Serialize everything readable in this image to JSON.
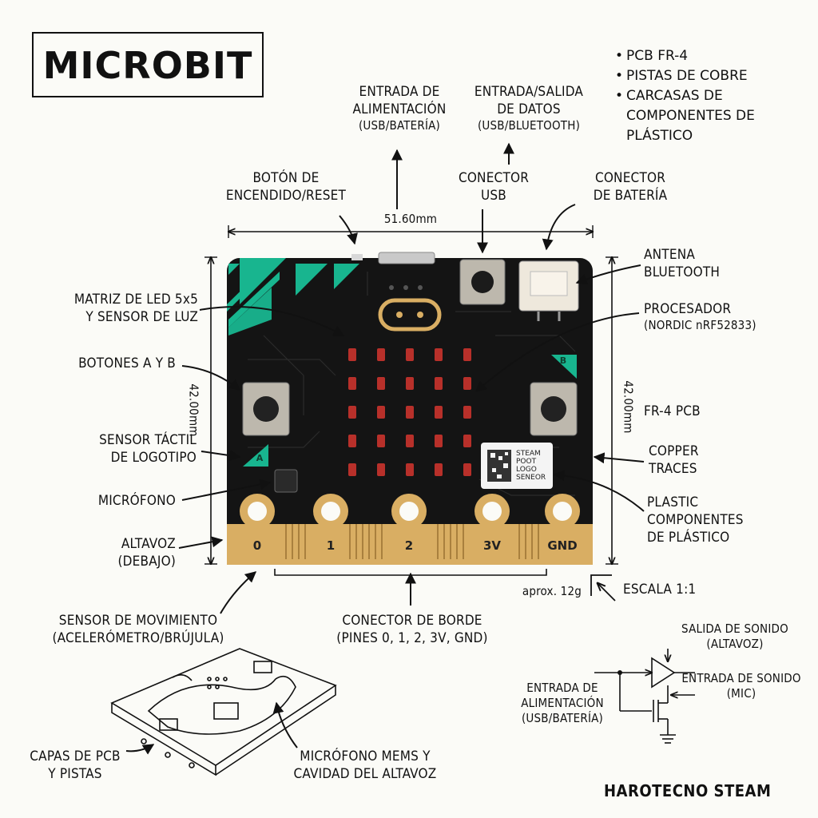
{
  "title": "MICROBIT",
  "materials": [
    "PCB FR-4",
    "PISTAS DE COBRE",
    "CARCASAS DE COMPONENTES DE PLÁSTICO"
  ],
  "top_labels": {
    "power_input": [
      "ENTRADA DE",
      "ALIMENTACIÓN",
      "(USB/BATERÍA)"
    ],
    "data_io": [
      "ENTRADA/SALIDA",
      "DE DATOS",
      "(USB/BLUETOOTH)"
    ],
    "reset_button": [
      "BOTÓN DE",
      "ENCENDIDO/RESET"
    ],
    "usb_connector": [
      "CONECTOR",
      "USB"
    ],
    "battery_connector": [
      "CONECTOR",
      "DE BATERÍA"
    ]
  },
  "dimensions": {
    "width": "51.60mm",
    "height_left": "42.00mm",
    "height_right": "42.00mm"
  },
  "left_labels": {
    "led_matrix": [
      "MATRIZ DE LED 5x5",
      "Y SENSOR DE LUZ"
    ],
    "buttons_ab": [
      "BOTONES A Y B"
    ],
    "touch_logo": [
      "SENSOR TÁCTIL",
      "DE LOGOTIPO"
    ],
    "microphone": [
      "MICRÓFONO"
    ],
    "speaker": [
      "ALTAVOZ",
      "(DEBAJO)"
    ]
  },
  "right_labels": {
    "antenna": [
      "ANTENA",
      "BLUETOOTH"
    ],
    "processor": [
      "PROCESADOR",
      "(NORDIC nRF52833)"
    ],
    "fr4": [
      "FR-4 PCB"
    ],
    "copper": [
      "COPPER",
      "TRACES"
    ],
    "plastic": [
      "PLASTIC",
      "COMPONENTES",
      "DE PLÁSTICO"
    ]
  },
  "board": {
    "pins": [
      "0",
      "1",
      "2",
      "3V",
      "GND"
    ],
    "button_a": "A",
    "button_b": "B",
    "sticker": [
      "STEAM",
      "POOT",
      "LOGO",
      "SENEOR"
    ],
    "colors": {
      "pcb": "#141414",
      "accent": "#18b58f",
      "gold": "#d9ae63",
      "led": "#b8302a"
    }
  },
  "bottom_labels": {
    "weight": "aprox. 12g",
    "scale": "ESCALA 1:1",
    "motion_sensor": [
      "SENSOR DE MOVIMIENTO",
      "(ACELERÓMETRO/BRÚJULA)"
    ],
    "edge_connector": [
      "CONECTOR DE BORDE",
      "(PINES 0, 1, 2, 3V, GND)"
    ],
    "pcb_layers": [
      "CAPAS DE PCB",
      "Y PISTAS"
    ],
    "mems": [
      "MICRÓFONO MEMS Y",
      "CAVIDAD DEL ALTAVOZ"
    ]
  },
  "circuit": {
    "sound_out": [
      "SALIDA DE SONIDO",
      "(ALTAVOZ)"
    ],
    "sound_in": [
      "ENTRADA DE SONIDO",
      "(MIC)"
    ],
    "power_in": [
      "ENTRADA DE",
      "ALIMENTACIÓN",
      "(USB/BATERÍA)"
    ]
  },
  "credit": "HAROTECNO STEAM"
}
